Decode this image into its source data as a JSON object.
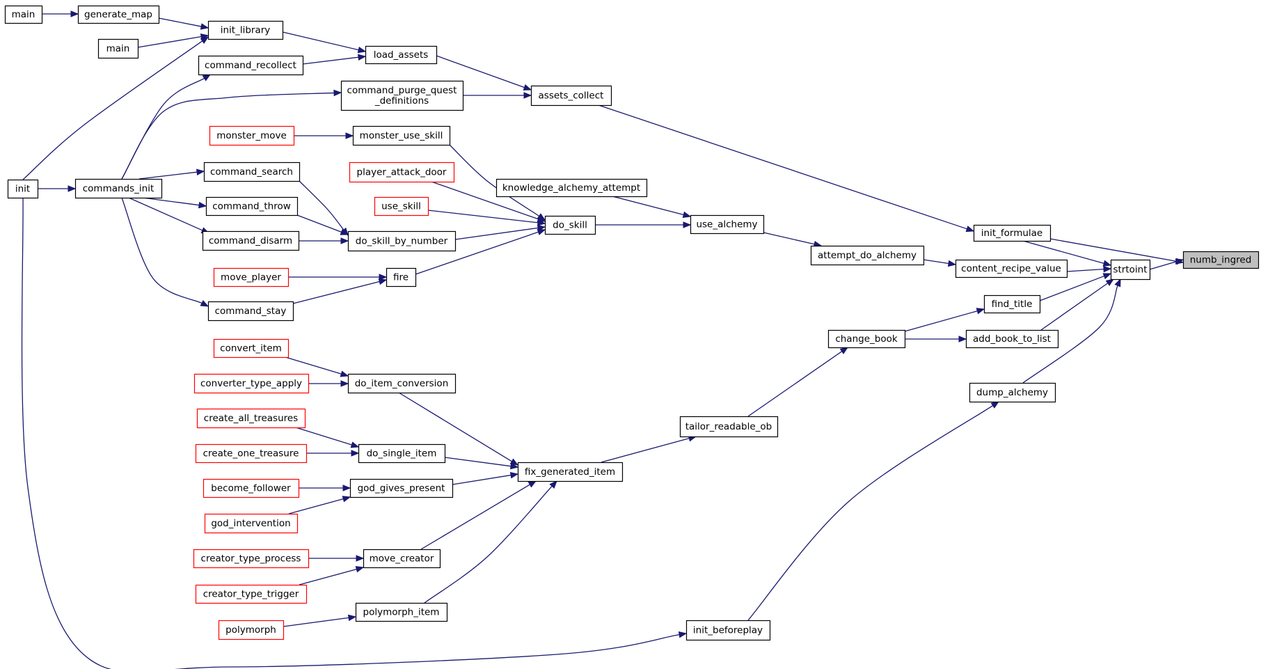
{
  "colors": {
    "edge": "#191970",
    "node_border": "#000000",
    "node_border_truncated": "#ff0000",
    "target_fill": "#bfbfbf",
    "background": "#ffffff"
  },
  "nodes": [
    {
      "id": "numb_ingred",
      "label": "numb_ingred",
      "style": "target"
    },
    {
      "id": "strtoint",
      "label": "strtoint"
    },
    {
      "id": "init_formulae",
      "label": "init_formulae"
    },
    {
      "id": "content_recipe_value",
      "label": "content_recipe_value"
    },
    {
      "id": "find_title",
      "label": "find_title"
    },
    {
      "id": "add_book_to_list",
      "label": "add_book_to_list"
    },
    {
      "id": "dump_alchemy",
      "label": "dump_alchemy"
    },
    {
      "id": "assets_collect",
      "label": "assets_collect"
    },
    {
      "id": "attempt_do_alchemy",
      "label": "attempt_do_alchemy"
    },
    {
      "id": "change_book",
      "label": "change_book"
    },
    {
      "id": "init_beforeplay",
      "label": "init_beforeplay"
    },
    {
      "id": "load_assets",
      "label": "load_assets"
    },
    {
      "id": "command_purge_quest_definitions",
      "label": "command_purge_quest_definitions",
      "lines": [
        "command_purge_quest",
        "_definitions"
      ]
    },
    {
      "id": "use_alchemy",
      "label": "use_alchemy"
    },
    {
      "id": "tailor_readable_ob",
      "label": "tailor_readable_ob"
    },
    {
      "id": "init_library",
      "label": "init_library"
    },
    {
      "id": "command_recollect",
      "label": "command_recollect"
    },
    {
      "id": "commands_init",
      "label": "commands_init"
    },
    {
      "id": "do_skill",
      "label": "do_skill"
    },
    {
      "id": "knowledge_alchemy_attempt",
      "label": "knowledge_alchemy_attempt"
    },
    {
      "id": "fix_generated_item",
      "label": "fix_generated_item"
    },
    {
      "id": "generate_map",
      "label": "generate_map"
    },
    {
      "id": "main_1",
      "label": "main"
    },
    {
      "id": "main_2",
      "label": "main"
    },
    {
      "id": "init",
      "label": "init"
    },
    {
      "id": "monster_use_skill",
      "label": "monster_use_skill"
    },
    {
      "id": "player_attack_door",
      "label": "player_attack_door",
      "style": "truncated"
    },
    {
      "id": "use_skill",
      "label": "use_skill",
      "style": "truncated"
    },
    {
      "id": "do_skill_by_number",
      "label": "do_skill_by_number"
    },
    {
      "id": "fire",
      "label": "fire"
    },
    {
      "id": "monster_move",
      "label": "monster_move",
      "style": "truncated"
    },
    {
      "id": "command_search",
      "label": "command_search"
    },
    {
      "id": "command_throw",
      "label": "command_throw"
    },
    {
      "id": "command_disarm",
      "label": "command_disarm"
    },
    {
      "id": "command_stay",
      "label": "command_stay"
    },
    {
      "id": "move_player",
      "label": "move_player",
      "style": "truncated"
    },
    {
      "id": "do_item_conversion",
      "label": "do_item_conversion"
    },
    {
      "id": "do_single_item",
      "label": "do_single_item"
    },
    {
      "id": "god_gives_present",
      "label": "god_gives_present"
    },
    {
      "id": "move_creator",
      "label": "move_creator"
    },
    {
      "id": "polymorph_item",
      "label": "polymorph_item"
    },
    {
      "id": "convert_item",
      "label": "convert_item",
      "style": "truncated"
    },
    {
      "id": "converter_type_apply",
      "label": "converter_type_apply",
      "style": "truncated"
    },
    {
      "id": "create_all_treasures",
      "label": "create_all_treasures",
      "style": "truncated"
    },
    {
      "id": "create_one_treasure",
      "label": "create_one_treasure",
      "style": "truncated"
    },
    {
      "id": "become_follower",
      "label": "become_follower",
      "style": "truncated"
    },
    {
      "id": "god_intervention",
      "label": "god_intervention",
      "style": "truncated"
    },
    {
      "id": "creator_type_process",
      "label": "creator_type_process",
      "style": "truncated"
    },
    {
      "id": "creator_type_trigger",
      "label": "creator_type_trigger",
      "style": "truncated"
    },
    {
      "id": "polymorph",
      "label": "polymorph",
      "style": "truncated"
    }
  ],
  "edges": [
    {
      "from": "main_1",
      "to": "generate_map"
    },
    {
      "from": "generate_map",
      "to": "init_library"
    },
    {
      "from": "main_2",
      "to": "init_library"
    },
    {
      "from": "init",
      "to": "init_library"
    },
    {
      "from": "init",
      "to": "commands_init"
    },
    {
      "from": "init",
      "to": "init_beforeplay"
    },
    {
      "from": "init_library",
      "to": "load_assets"
    },
    {
      "from": "command_recollect",
      "to": "load_assets"
    },
    {
      "from": "commands_init",
      "to": "command_recollect"
    },
    {
      "from": "commands_init",
      "to": "command_purge_quest_definitions"
    },
    {
      "from": "commands_init",
      "to": "command_search"
    },
    {
      "from": "commands_init",
      "to": "command_throw"
    },
    {
      "from": "commands_init",
      "to": "command_disarm"
    },
    {
      "from": "commands_init",
      "to": "command_stay"
    },
    {
      "from": "load_assets",
      "to": "assets_collect"
    },
    {
      "from": "command_purge_quest_definitions",
      "to": "assets_collect"
    },
    {
      "from": "assets_collect",
      "to": "init_formulae"
    },
    {
      "from": "monster_move",
      "to": "monster_use_skill"
    },
    {
      "from": "monster_use_skill",
      "to": "do_skill"
    },
    {
      "from": "player_attack_door",
      "to": "do_skill"
    },
    {
      "from": "use_skill",
      "to": "do_skill"
    },
    {
      "from": "do_skill_by_number",
      "to": "do_skill"
    },
    {
      "from": "fire",
      "to": "do_skill"
    },
    {
      "from": "command_search",
      "to": "do_skill_by_number"
    },
    {
      "from": "command_throw",
      "to": "do_skill_by_number"
    },
    {
      "from": "command_disarm",
      "to": "do_skill_by_number"
    },
    {
      "from": "move_player",
      "to": "fire"
    },
    {
      "from": "command_stay",
      "to": "fire"
    },
    {
      "from": "do_skill",
      "to": "use_alchemy"
    },
    {
      "from": "knowledge_alchemy_attempt",
      "to": "use_alchemy"
    },
    {
      "from": "use_alchemy",
      "to": "attempt_do_alchemy"
    },
    {
      "from": "attempt_do_alchemy",
      "to": "content_recipe_value"
    },
    {
      "from": "init_formulae",
      "to": "numb_ingred"
    },
    {
      "from": "init_formulae",
      "to": "strtoint"
    },
    {
      "from": "content_recipe_value",
      "to": "strtoint"
    },
    {
      "from": "find_title",
      "to": "strtoint"
    },
    {
      "from": "add_book_to_list",
      "to": "strtoint"
    },
    {
      "from": "dump_alchemy",
      "to": "strtoint"
    },
    {
      "from": "strtoint",
      "to": "numb_ingred"
    },
    {
      "from": "change_book",
      "to": "find_title"
    },
    {
      "from": "change_book",
      "to": "add_book_to_list"
    },
    {
      "from": "tailor_readable_ob",
      "to": "change_book"
    },
    {
      "from": "fix_generated_item",
      "to": "tailor_readable_ob"
    },
    {
      "from": "init_beforeplay",
      "to": "dump_alchemy"
    },
    {
      "from": "convert_item",
      "to": "do_item_conversion"
    },
    {
      "from": "converter_type_apply",
      "to": "do_item_conversion"
    },
    {
      "from": "create_all_treasures",
      "to": "do_single_item"
    },
    {
      "from": "create_one_treasure",
      "to": "do_single_item"
    },
    {
      "from": "become_follower",
      "to": "god_gives_present"
    },
    {
      "from": "god_intervention",
      "to": "god_gives_present"
    },
    {
      "from": "creator_type_process",
      "to": "move_creator"
    },
    {
      "from": "creator_type_trigger",
      "to": "move_creator"
    },
    {
      "from": "polymorph",
      "to": "polymorph_item"
    },
    {
      "from": "do_item_conversion",
      "to": "fix_generated_item"
    },
    {
      "from": "do_single_item",
      "to": "fix_generated_item"
    },
    {
      "from": "god_gives_present",
      "to": "fix_generated_item"
    },
    {
      "from": "move_creator",
      "to": "fix_generated_item"
    },
    {
      "from": "polymorph_item",
      "to": "fix_generated_item"
    }
  ]
}
